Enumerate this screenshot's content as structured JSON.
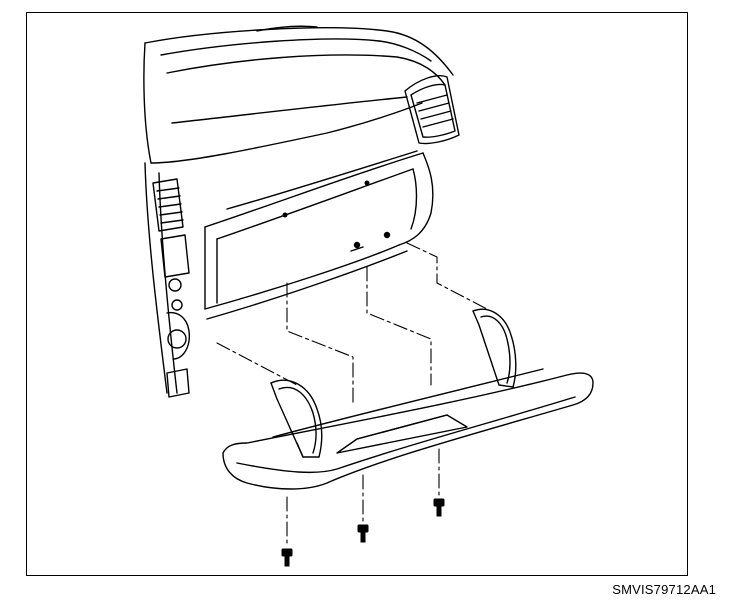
{
  "figure": {
    "caption": "SMVIS79712AA1"
  },
  "parts": {
    "screws": [
      "screw-left",
      "screw-center",
      "screw-right"
    ]
  }
}
